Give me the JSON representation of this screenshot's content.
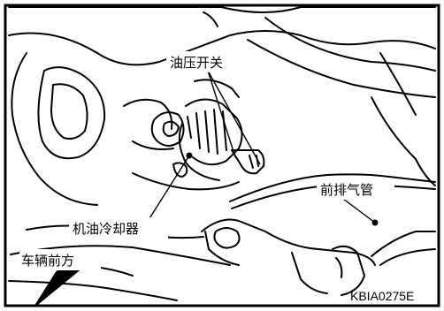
{
  "figure": {
    "labels": {
      "oil_pressure_switch": "油压开关",
      "front_exhaust_pipe": "前排气管",
      "oil_cooler": "机油冷却器",
      "vehicle_front": "车辆前方"
    },
    "figure_code": "KBIA0275E"
  }
}
